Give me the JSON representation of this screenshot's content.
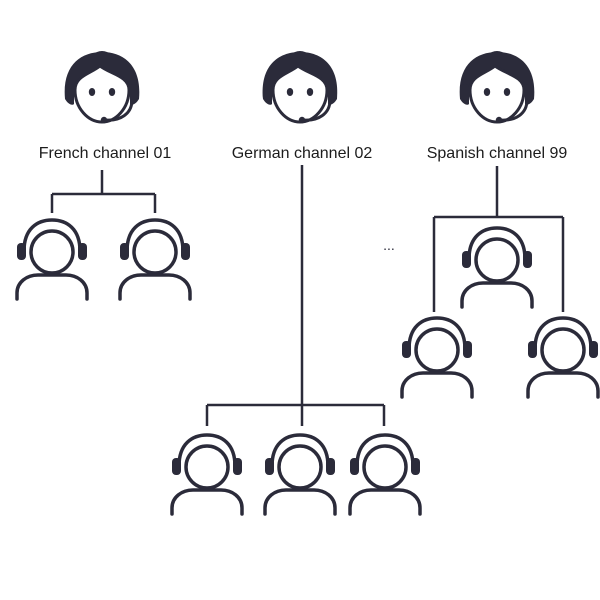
{
  "colors": {
    "ink": "#2b2b3a",
    "skin": "#ffffff",
    "background": "#ffffff"
  },
  "channels": [
    {
      "label": "French  channel 01",
      "supervisor_icon": "female-operator-headset-icon",
      "agent_icon": "headset-agent-icon",
      "agent_count": 2
    },
    {
      "label": "German channel 02",
      "supervisor_icon": "female-operator-headset-icon",
      "agent_icon": "headset-agent-icon",
      "agent_count": 3
    },
    {
      "label": "Spanish channel 99",
      "supervisor_icon": "female-operator-headset-icon",
      "agent_icon": "headset-agent-icon",
      "agent_count": 3
    }
  ],
  "ellipsis": "..."
}
